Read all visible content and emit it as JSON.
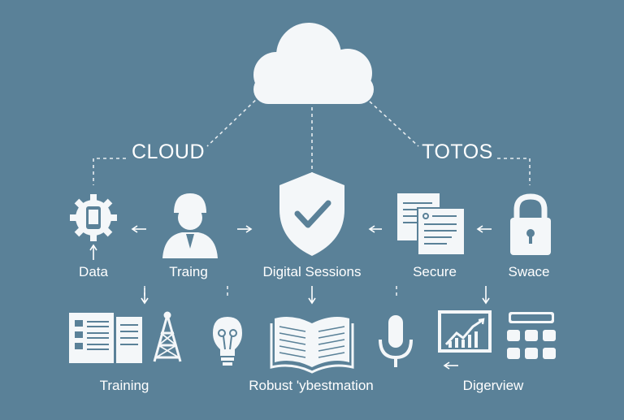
{
  "top": {
    "left_label": "CLOUD",
    "right_label": "TOTOS"
  },
  "row1": {
    "data": "Data",
    "training_person": "Traing",
    "digital_sessions": "Digital Sessions",
    "secure": "Secure",
    "swace": "Swace"
  },
  "row2": {
    "training": "Training",
    "robust": "Robust 'ybestmation",
    "digerview": "Digerview"
  },
  "colors": {
    "background": "#5a8198",
    "foreground": "#ffffff",
    "icon_fill": "#f4f7f9"
  },
  "icons": [
    "cloud-icon",
    "gear-phone-icon",
    "person-icon",
    "shield-check-icon",
    "documents-icon",
    "padlock-icon",
    "document-stack-icon",
    "tower-icon",
    "lightbulb-icon",
    "open-book-icon",
    "microphone-icon",
    "chart-board-icon",
    "keypad-icon"
  ]
}
